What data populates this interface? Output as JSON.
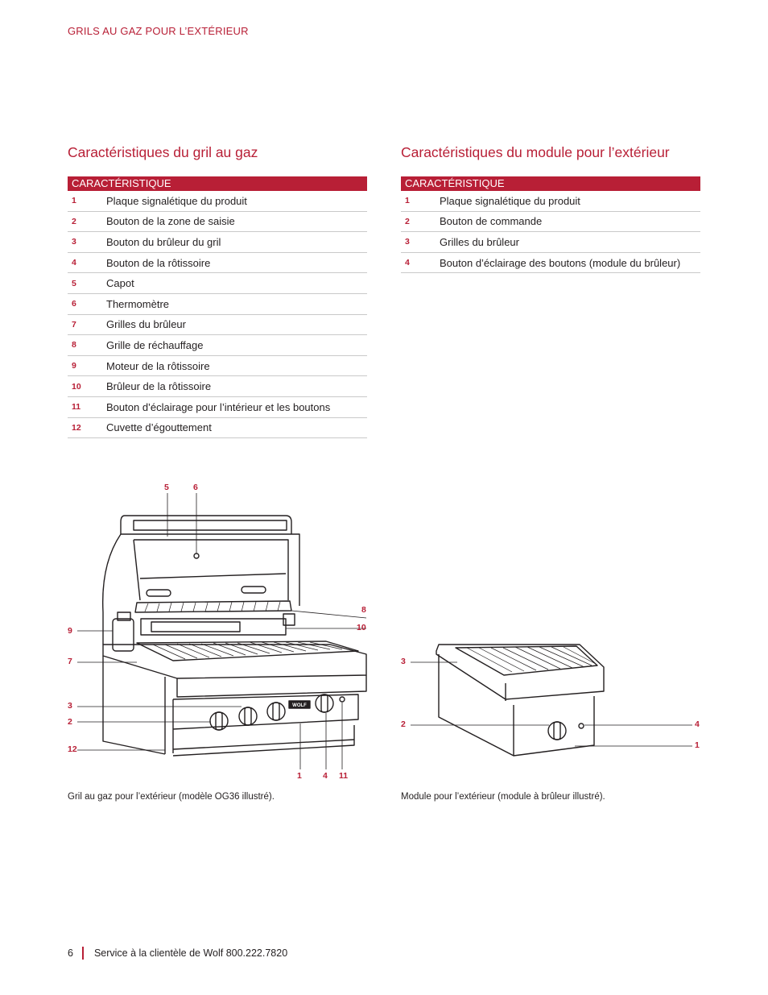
{
  "header": {
    "running_head": "GRILS AU GAZ POUR L’EXTÉRIEUR"
  },
  "left_section": {
    "title": "Caractéristiques du gril au gaz",
    "table_header": "CARACTÉRISTIQUE",
    "rows": [
      {
        "num": "1",
        "label": "Plaque signalétique du produit"
      },
      {
        "num": "2",
        "label": "Bouton de la zone de saisie"
      },
      {
        "num": "3",
        "label": "Bouton du brûleur du gril"
      },
      {
        "num": "4",
        "label": "Bouton de la rôtissoire"
      },
      {
        "num": "5",
        "label": "Capot"
      },
      {
        "num": "6",
        "label": "Thermomètre"
      },
      {
        "num": "7",
        "label": "Grilles du brûleur"
      },
      {
        "num": "8",
        "label": "Grille de réchauffage"
      },
      {
        "num": "9",
        "label": "Moteur de la rôtissoire"
      },
      {
        "num": "10",
        "label": "Brûleur de la rôtissoire"
      },
      {
        "num": "11",
        "label": "Bouton d’éclairage pour l’intérieur et les boutons"
      },
      {
        "num": "12",
        "label": "Cuvette d’égouttement"
      }
    ],
    "figure_caption": "Gril au gaz pour l’extérieur (modèle OG36 illustré).",
    "callouts": [
      "5",
      "6",
      "8",
      "10",
      "9",
      "7",
      "3",
      "2",
      "12",
      "1",
      "4",
      "11"
    ],
    "logo_text": "WOLF"
  },
  "right_section": {
    "title": "Caractéristiques du module pour l’extérieur",
    "table_header": "CARACTÉRISTIQUE",
    "rows": [
      {
        "num": "1",
        "label": "Plaque signalétique du produit"
      },
      {
        "num": "2",
        "label": "Bouton de commande"
      },
      {
        "num": "3",
        "label": "Grilles du brûleur"
      },
      {
        "num": "4",
        "label": "Bouton d’éclairage des boutons (module du brûleur)"
      }
    ],
    "figure_caption": "Module pour l’extérieur (module à brûleur illustré).",
    "callouts": [
      "3",
      "2",
      "4",
      "1"
    ]
  },
  "footer": {
    "page_number": "6",
    "service_text": "Service à la clientèle de Wolf 800.222.7820"
  },
  "colors": {
    "accent": "#b81f36",
    "text": "#231f20",
    "rule": "#c9c9c9"
  }
}
